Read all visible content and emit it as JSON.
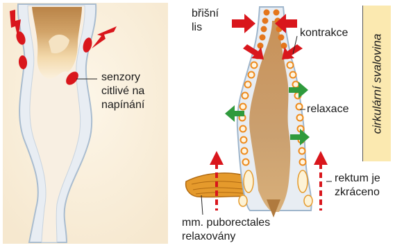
{
  "left_panel": {
    "sensor_label": "senzory\ncitlivé na\nnapínání"
  },
  "right_panel": {
    "abdominal_press_label": "břišní\nlis",
    "contraction_label": "kontrakce",
    "relaxation_label": "relaxace",
    "circular_muscle_label": "cirkulární svalovina",
    "rectum_shortened_label": "rektum je\nzkráceno",
    "puborectalis_label": "mm. puborectales\nrelaxovány"
  },
  "colors": {
    "panel_bg": "#fbf1df",
    "tube_wall": "#e6ecf2",
    "tube_outline": "#9fb6cc",
    "content": "#c8935a",
    "sensor_red": "#d9161c",
    "arrow_green": "#2f9a3c",
    "ring_orange": "#ee8a1c",
    "muscle_orange": "#e59a2c",
    "side_label_bg": "#fbe9b0"
  }
}
